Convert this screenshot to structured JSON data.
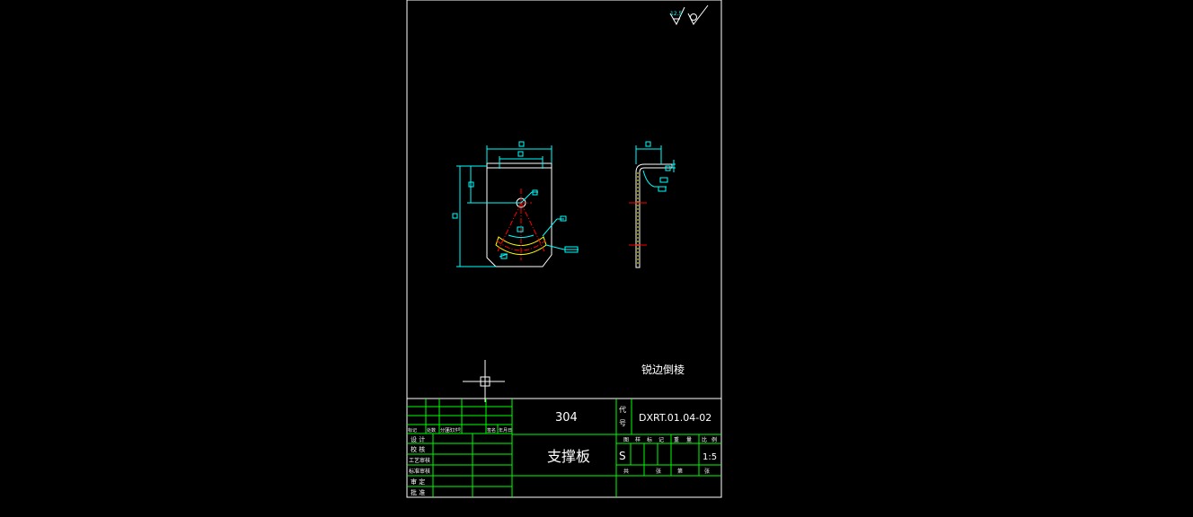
{
  "drawing": {
    "surface_finish": "12.5",
    "note": "锐边倒棱",
    "dim_placeholder": "□"
  },
  "title_block": {
    "material": "304",
    "code_label_1": "代",
    "code_label_2": "号",
    "drawing_number": "DXRT.01.04-02",
    "part_name": "支撑板",
    "stage_mark": "S",
    "scale_value": "1:5",
    "grid_headers": [
      "图",
      "样",
      "标",
      "记",
      "重",
      "量",
      "比",
      "例"
    ],
    "sheet_row": [
      "共",
      "张",
      "第",
      "张"
    ],
    "revision_headers": [
      "标记",
      "处数",
      "分区",
      "更改文件号",
      "签名",
      "年月日"
    ],
    "sign_labels": [
      "设 计",
      "校 核",
      "工艺审核",
      "标准审核",
      "审 定",
      "批 准"
    ]
  },
  "colors": {
    "background": "#000000",
    "frame": "#ffffff",
    "geometry": "#ffffff",
    "dimensions": "#00ffff",
    "centerlines": "#ff0000",
    "title_grid": "#00ff00",
    "slot": "#ffff00"
  }
}
